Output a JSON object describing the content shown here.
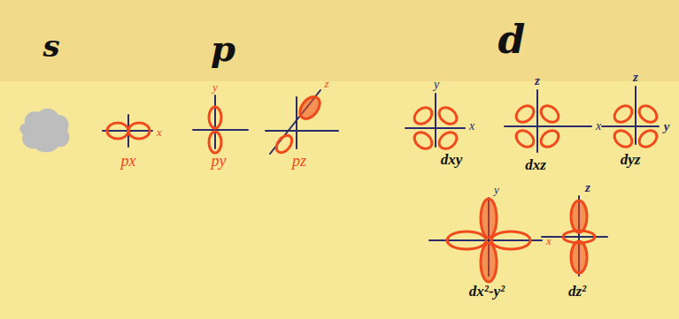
{
  "diagram": {
    "labels": [
      "s",
      "p",
      "d",
      "x",
      "y",
      "z",
      "y",
      "x",
      "z",
      "x",
      "z",
      "y",
      "px",
      "py",
      "pz",
      "dxy",
      "dxz",
      "dyz",
      "y",
      "x",
      "z",
      "dx²-y²",
      "dz²"
    ]
  }
}
